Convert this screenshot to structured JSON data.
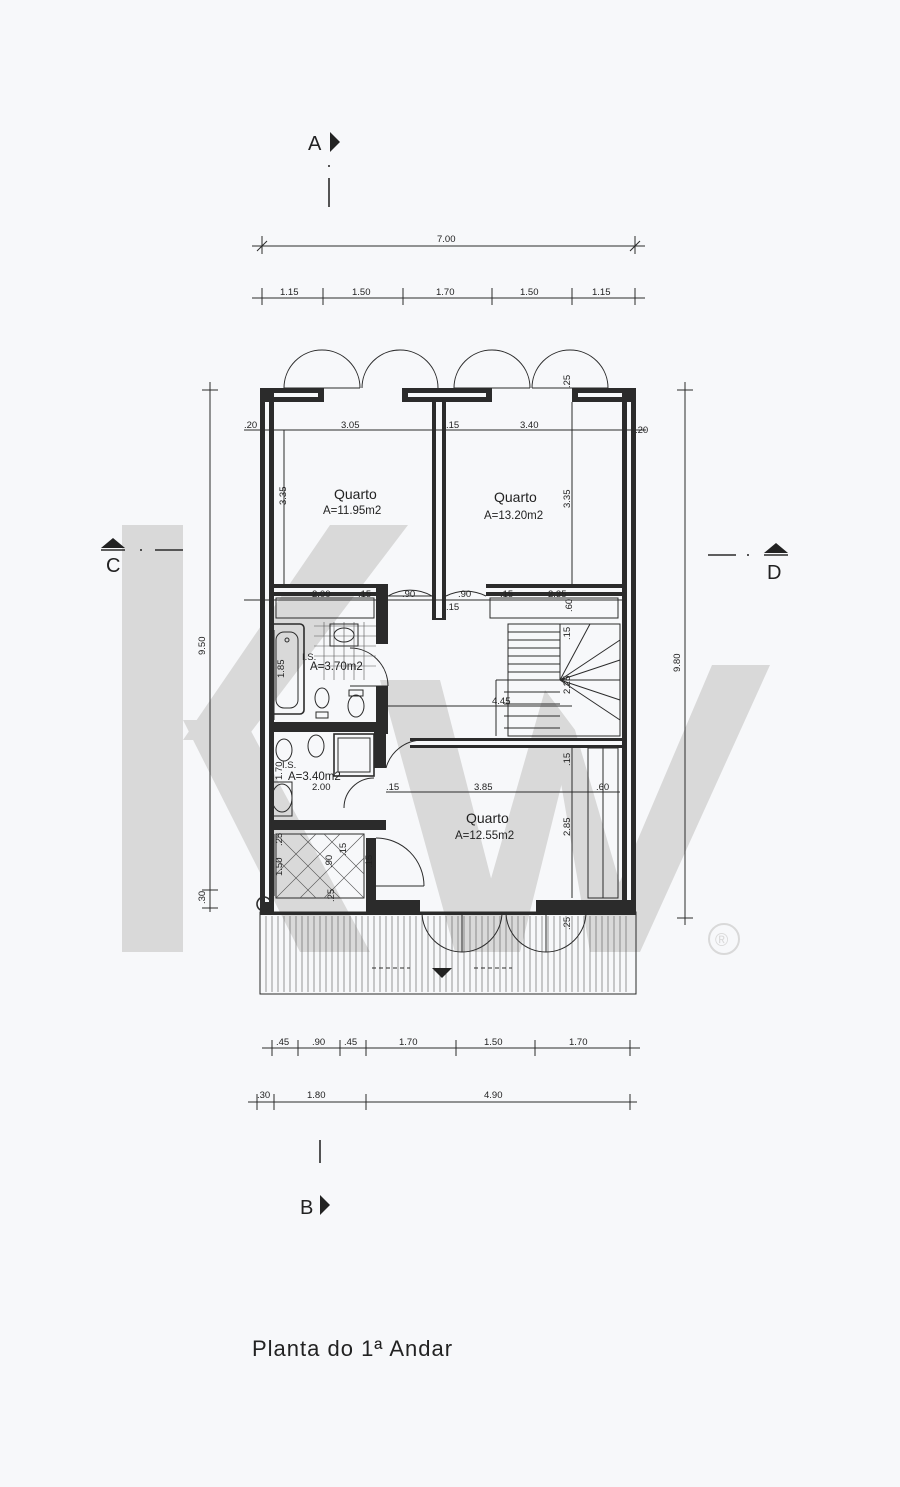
{
  "section_marks": {
    "a": "A",
    "b": "B",
    "c": "C",
    "d": "D"
  },
  "dimensions": {
    "top_total": "7.00",
    "top_parts": [
      "1.15",
      "1.50",
      "1.70",
      "1.50",
      "1.15"
    ],
    "left_total": "9.50",
    "right_total": "9.80",
    "left_bottom": ".30",
    "bottom_parts": [
      ".45",
      ".90",
      ".45",
      "1.70",
      "1.50",
      "1.70"
    ],
    "bottom_totals": [
      ".30",
      "1.80",
      "4.90"
    ],
    "interior": {
      "wall_left": ".20",
      "room1_width": "3.05",
      "wall_mid": ".15",
      "room2_width": "3.40",
      "wall_right": ".20",
      "room1_depth": "3.35",
      "room2_depth": "3.35",
      "top_wall": ".25",
      "bath1_width": "2.00",
      "bath1_wall": ".15",
      "door1": ".90",
      "door2": ".90",
      "hall_wall1": ".15",
      "hall_wall2": ".15",
      "closet_width": "2.35",
      "closet_depth": ".60",
      "bath1_depth": "1.85",
      "stair_wall1": ".15",
      "stair_h": "2.25",
      "hall_length": "4.45",
      "bath2_depth": "1.70",
      "bath2_width": "2.00",
      "bath2_wall": ".15",
      "stair_wall2": ".15",
      "room3_width": "3.85",
      "room3_closet": ".60",
      "room3_depth": "2.85",
      "room3_wall": ".25",
      "wc_depth": "1.50",
      "wc_wall": ".15",
      "wc_door": ".90",
      "wc_bottom": ".25",
      "wc_top": ".25",
      "wc_side": ".15"
    }
  },
  "rooms": [
    {
      "name": "Quarto",
      "area": "A=11.95m2"
    },
    {
      "name": "Quarto",
      "area": "A=13.20m2"
    },
    {
      "name": "Quarto",
      "area": "A=12.55m2"
    }
  ],
  "baths": [
    {
      "label": "I.S.",
      "area": "A=3.70m2"
    },
    {
      "label": "I.S.",
      "area": "A=3.40m2"
    }
  ],
  "plan_title": "Planta do 1ª Andar",
  "watermark": {
    "letters": "KW",
    "mark": "®",
    "color": "#d6d6d6"
  }
}
